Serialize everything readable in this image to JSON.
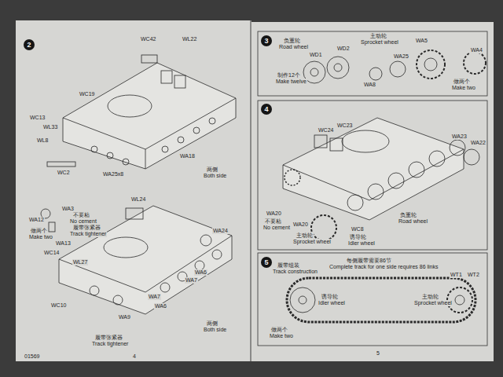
{
  "diagram": {
    "nodes": [
      {
        "text": [
          "2"
        ]
      },
      {
        "text": [
          "3"
        ]
      },
      {
        "text": [
          "4"
        ]
      },
      {
        "text": [
          "5"
        ]
      }
    ],
    "labels": [
      "WC42",
      "WL22",
      "WC19",
      "WC13",
      "WL33",
      "WL8",
      "WC2",
      "WA18",
      "WA25x8",
      "两侧",
      "Both side",
      "WL24",
      "WA3",
      "WA12",
      "不要粘",
      "No cement",
      "做两个",
      "Make two",
      "WA13",
      "履带张紧器",
      "Track tightener",
      "WC14",
      "WL27",
      "WC10",
      "WA24",
      "WA6",
      "WA7",
      "WA7",
      "WA6",
      "WA9",
      "两侧",
      "Both side",
      "履带张紧器",
      "Track tightener",
      "01569",
      "4",
      "5",
      "负重轮",
      "Road wheel",
      "主动轮",
      "Sprocket wheel",
      "WD1",
      "WD2",
      "WA25",
      "WA5",
      "WA4",
      "WA8",
      "制作12个",
      "Make twelve",
      "做两个",
      "Make two",
      "WC24",
      "WC23",
      "WA23",
      "WA22",
      "WA20",
      "不要粘",
      "No cement",
      "WA20",
      "主动轮",
      "Sprocket wheel",
      "WC8",
      "诱导轮",
      "Idler wheel",
      "负重轮",
      "Road wheel",
      "履带组装",
      "Track construction",
      "每侧履带需要86节",
      "Complete track for one side requires 86 links",
      "WT1",
      "WT2",
      "诱导轮",
      "Idler wheel",
      "主动轮",
      "Sprocket wheel",
      "做两个",
      "Make two"
    ]
  }
}
